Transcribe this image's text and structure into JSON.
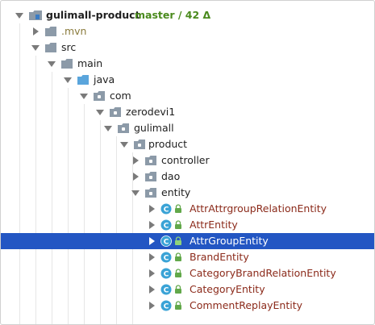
{
  "project_tree": {
    "root": {
      "label": "gulimall-product",
      "vcs_status": "master / 42 Δ"
    },
    "nodes": [
      {
        "label": ".mvn",
        "icon": "folder-icon"
      },
      {
        "label": "src",
        "icon": "folder-icon"
      },
      {
        "label": "main",
        "icon": "folder-icon"
      },
      {
        "label": "java",
        "icon": "source-folder-icon"
      },
      {
        "label": "com",
        "icon": "package-icon"
      },
      {
        "label": "zerodevi1",
        "icon": "package-icon"
      },
      {
        "label": "gulimall",
        "icon": "package-icon"
      },
      {
        "label": "product",
        "icon": "package-icon"
      },
      {
        "label": "controller",
        "icon": "package-icon"
      },
      {
        "label": "dao",
        "icon": "package-icon"
      },
      {
        "label": "entity",
        "icon": "package-icon"
      },
      {
        "label": "AttrAttrgroupRelationEntity",
        "icon": "class-icon"
      },
      {
        "label": "AttrEntity",
        "icon": "class-icon"
      },
      {
        "label": "AttrGroupEntity",
        "icon": "class-icon",
        "selected": true
      },
      {
        "label": "BrandEntity",
        "icon": "class-icon"
      },
      {
        "label": "CategoryBrandRelationEntity",
        "icon": "class-icon"
      },
      {
        "label": "CategoryEntity",
        "icon": "class-icon"
      },
      {
        "label": "CommentReplayEntity",
        "icon": "class-icon"
      }
    ]
  },
  "colors": {
    "selection": "#2356c3",
    "entity_text": "#8b2a1a",
    "vcs_text": "#4a8a1d",
    "folder": "#8c9aa8",
    "source_folder": "#5aa5dc",
    "class_circle": "#3aa3d6"
  }
}
